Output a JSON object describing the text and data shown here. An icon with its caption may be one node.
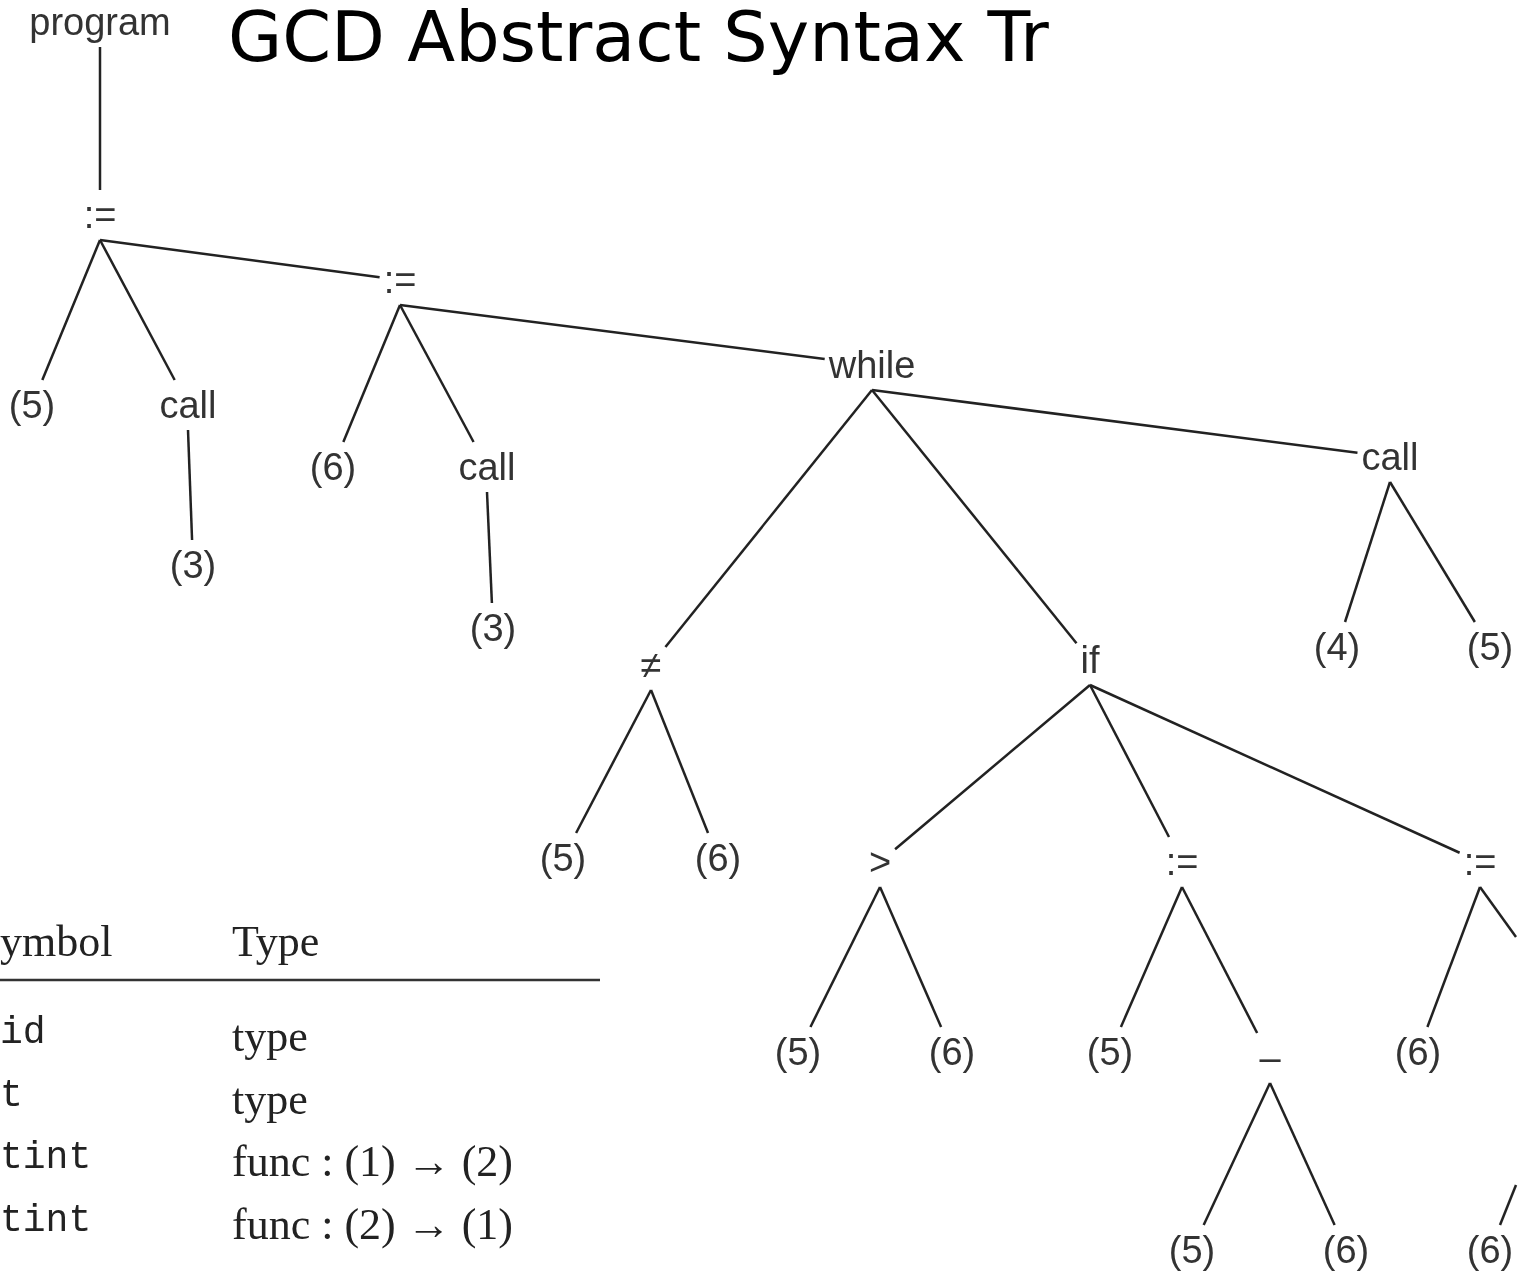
{
  "diagram": {
    "title": "GCD Abstract Syntax Tr",
    "nodes": [
      {
        "text": [
          "program"
        ]
      },
      {
        "text": [
          ":="
        ]
      },
      {
        "text": [
          "(5)"
        ]
      },
      {
        "text": [
          "call"
        ]
      },
      {
        "text": [
          "(3)"
        ]
      },
      {
        "text": [
          ":="
        ]
      },
      {
        "text": [
          "(6)"
        ]
      },
      {
        "text": [
          "call"
        ]
      },
      {
        "text": [
          "(3)"
        ]
      },
      {
        "text": [
          "while"
        ]
      },
      {
        "text": [
          "≠"
        ]
      },
      {
        "text": [
          "(5)"
        ]
      },
      {
        "text": [
          "(6)"
        ]
      },
      {
        "text": [
          "if"
        ]
      },
      {
        "text": [
          ">"
        ]
      },
      {
        "text": [
          "(5)"
        ]
      },
      {
        "text": [
          "(6)"
        ]
      },
      {
        "text": [
          ":="
        ]
      },
      {
        "text": [
          "(5)"
        ]
      },
      {
        "text": [
          "–"
        ]
      },
      {
        "text": [
          "(5)"
        ]
      },
      {
        "text": [
          "(6)"
        ]
      },
      {
        "text": [
          ":="
        ]
      },
      {
        "text": [
          "(6)"
        ]
      },
      {
        "text": [
          "(6)"
        ]
      },
      {
        "text": [
          "call"
        ]
      },
      {
        "text": [
          "(4)"
        ]
      },
      {
        "text": [
          "(5)"
        ]
      }
    ],
    "edges": [
      {
        "from": 0,
        "to": 1,
        "arrow": "none"
      },
      {
        "from": 1,
        "to": 2,
        "arrow": "none"
      },
      {
        "from": 1,
        "to": 3,
        "arrow": "none"
      },
      {
        "from": 1,
        "to": 5,
        "arrow": "none"
      },
      {
        "from": 3,
        "to": 4,
        "arrow": "none"
      },
      {
        "from": 5,
        "to": 6,
        "arrow": "none"
      },
      {
        "from": 5,
        "to": 7,
        "arrow": "none"
      },
      {
        "from": 5,
        "to": 9,
        "arrow": "none"
      },
      {
        "from": 7,
        "to": 8,
        "arrow": "none"
      },
      {
        "from": 9,
        "to": 10,
        "arrow": "none"
      },
      {
        "from": 9,
        "to": 13,
        "arrow": "none"
      },
      {
        "from": 9,
        "to": 25,
        "arrow": "none"
      },
      {
        "from": 10,
        "to": 11,
        "arrow": "none"
      },
      {
        "from": 10,
        "to": 12,
        "arrow": "none"
      },
      {
        "from": 13,
        "to": 14,
        "arrow": "none"
      },
      {
        "from": 13,
        "to": 17,
        "arrow": "none"
      },
      {
        "from": 13,
        "to": 22,
        "arrow": "none"
      },
      {
        "from": 14,
        "to": 15,
        "arrow": "none"
      },
      {
        "from": 14,
        "to": 16,
        "arrow": "none"
      },
      {
        "from": 17,
        "to": 18,
        "arrow": "none"
      },
      {
        "from": 17,
        "to": 19,
        "arrow": "none"
      },
      {
        "from": 19,
        "to": 20,
        "arrow": "none"
      },
      {
        "from": 19,
        "to": 21,
        "arrow": "none"
      },
      {
        "from": 22,
        "to": 23,
        "arrow": "none"
      },
      {
        "from": 22,
        "to": null,
        "arrow": "none"
      },
      {
        "from": null,
        "to": 24,
        "arrow": "none"
      },
      {
        "from": 25,
        "to": 26,
        "arrow": "none"
      },
      {
        "from": 25,
        "to": 27,
        "arrow": "none"
      }
    ],
    "labels": [
      "ymbol",
      "Type",
      "id",
      "type",
      "t",
      "type",
      "tint",
      "func : (1) → (2)",
      "tint",
      "func : (2) → (1)"
    ]
  }
}
